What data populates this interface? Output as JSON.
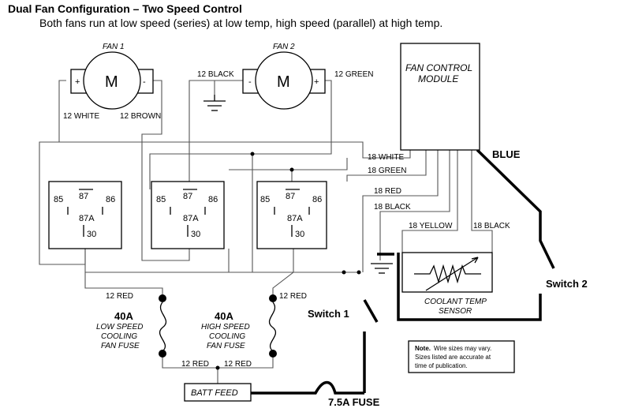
{
  "header": {
    "title": "Dual Fan Configuration – Two Speed Control",
    "subtitle": "Both fans run at low speed (series) at low temp, high speed (parallel) at high temp."
  },
  "fans": [
    {
      "name": "FAN 1",
      "motor": "M",
      "pos": "+",
      "neg": "-"
    },
    {
      "name": "FAN 2",
      "motor": "M",
      "pos": "+",
      "neg": "-"
    }
  ],
  "module": {
    "line1": "FAN CONTROL",
    "line2": "MODULE"
  },
  "relay_pins": {
    "p85": "85",
    "p86": "86",
    "p87": "87",
    "p87a": "87A",
    "p30": "30"
  },
  "wires": {
    "w12_white": "12 WHITE",
    "w12_brown": "12 BROWN",
    "w12_black": "12 BLACK",
    "w12_green": "12 GREEN",
    "w18_white": "18 WHITE",
    "w18_green": "18 GREEN",
    "w18_red": "18 RED",
    "w18_black_a": "18 BLACK",
    "w18_yellow": "18 YELLOW",
    "w18_black_b": "18 BLACK",
    "w12_red_left": "12 RED",
    "w12_red_mid": "12 RED",
    "w12_red_bot_a": "12 RED",
    "w12_red_bot_b": "12 RED"
  },
  "fuses": {
    "low": {
      "rating": "40A",
      "l1": "LOW SPEED",
      "l2": "COOLING",
      "l3": "FAN FUSE"
    },
    "high": {
      "rating": "40A",
      "l1": "HIGH SPEED",
      "l2": "COOLING",
      "l3": "FAN FUSE"
    },
    "small": "7.5A FUSE"
  },
  "batt_feed": "BATT FEED",
  "sensor": {
    "l1": "COOLANT TEMP",
    "l2": "SENSOR"
  },
  "annotations": {
    "blue": "BLUE",
    "switch1": "Switch 1",
    "switch2": "Switch 2"
  },
  "note": {
    "label": "Note.",
    "l1": "Wire sizes may vary.",
    "l2": "Sizes listed are accurate at",
    "l3": "time of publication."
  }
}
